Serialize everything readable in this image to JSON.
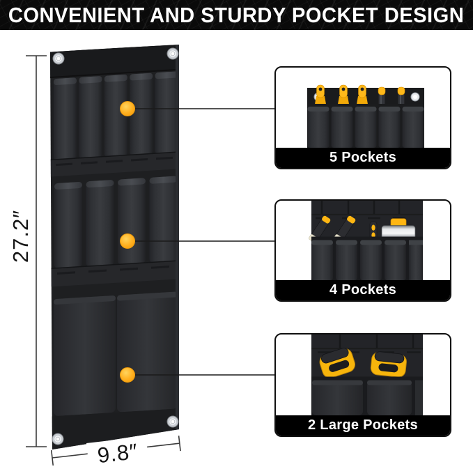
{
  "banner": {
    "title": "CONVENIENT AND STURDY POCKET DESIGN"
  },
  "measurements": {
    "height_label": "27.2″",
    "width_label": "9.8″"
  },
  "callouts": [
    {
      "label": "5 Pockets",
      "pockets": 5
    },
    {
      "label": "4 Pockets",
      "pockets": 4
    },
    {
      "label": "2 Large Pockets",
      "pockets": 2
    }
  ],
  "product": {
    "rows": [
      {
        "name": "top-row",
        "pockets": 5,
        "style": "slim tube pockets"
      },
      {
        "name": "middle-row",
        "pockets": 4,
        "style": "medium tube pockets"
      },
      {
        "name": "bottom-row",
        "pockets": 2,
        "style": "large flat pockets"
      }
    ],
    "grommets": 4
  },
  "colors": {
    "banner_bg": "#0A0A0A",
    "banner_text": "#FFFFFF",
    "panel": "#202124",
    "accent_dot": "#FFB020",
    "connector_line": "#1A1A1A",
    "label_bar_bg": "#000000",
    "label_bar_text": "#FFFFFF",
    "tool_yellow": "#FFB612"
  }
}
